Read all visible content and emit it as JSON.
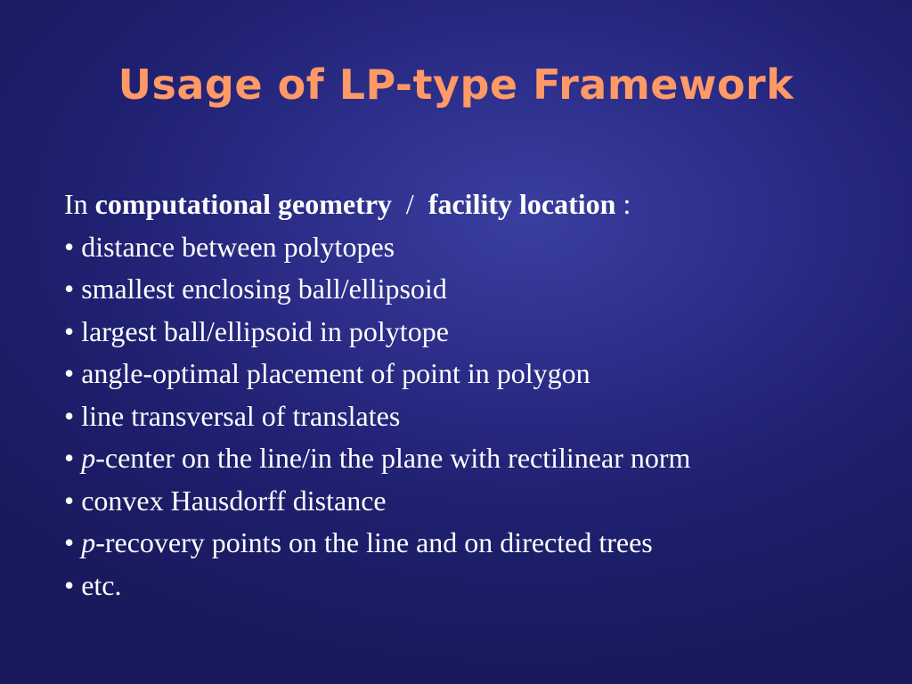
{
  "title": "Usage of LP-type Framework",
  "intro": {
    "prefix": "In ",
    "topic_a": "computational geometry",
    "separator": "  /  ",
    "topic_b": "facility location",
    "suffix": " :"
  },
  "bullet_char": "•",
  "bullets": [
    {
      "italic_prefix": "",
      "text": "distance between polytopes"
    },
    {
      "italic_prefix": "",
      "text": "smallest enclosing ball/ellipsoid"
    },
    {
      "italic_prefix": "",
      "text": "largest ball/ellipsoid in polytope"
    },
    {
      "italic_prefix": "",
      "text": "angle-optimal placement of point in polygon"
    },
    {
      "italic_prefix": "",
      "text": "line transversal of translates"
    },
    {
      "italic_prefix": "p",
      "text": "-center on the line/in the plane with rectilinear norm"
    },
    {
      "italic_prefix": "",
      "text": "convex Hausdorff distance"
    },
    {
      "italic_prefix": "p",
      "text": "-recovery points on the line and on directed trees"
    },
    {
      "italic_prefix": "",
      "text": "etc."
    }
  ],
  "colors": {
    "background": "#2b2d88",
    "title": "#ff9966",
    "text": "#ffffff"
  }
}
